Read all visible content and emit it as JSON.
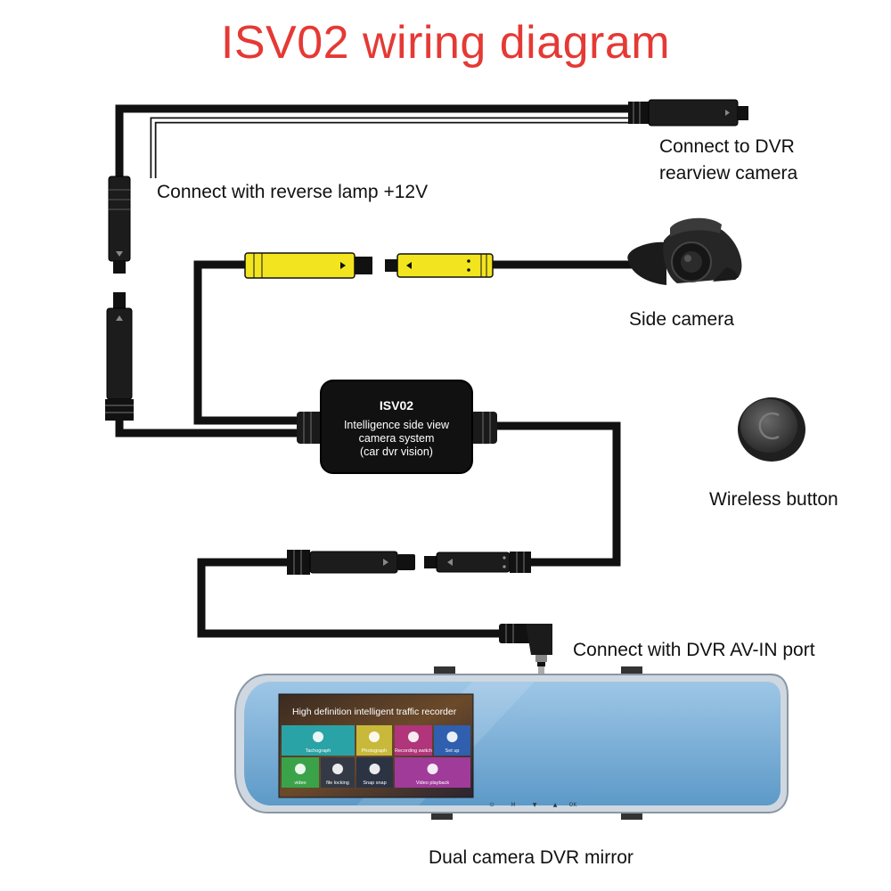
{
  "title": "ISV02 wiring diagram",
  "labels": {
    "dvr_camera": [
      "Connect to DVR",
      "rearview camera"
    ],
    "reverse_lamp": "Connect with reverse lamp +12V",
    "side_camera": "Side camera",
    "wireless_button": "Wireless button",
    "av_in": "Connect with DVR AV-IN port",
    "mirror": "Dual camera DVR mirror"
  },
  "module": {
    "name": "ISV02",
    "lines": [
      "Intelligence side view",
      "camera system",
      "(car dvr vision)"
    ]
  },
  "screen": {
    "header": "High definition intelligent traffic recorder",
    "tiles": [
      {
        "label": "Tachograph",
        "color": "#2aa3a6"
      },
      {
        "label": "Photograph",
        "color": "#c8b93a"
      },
      {
        "label": "Recording switch",
        "color": "#b0357a"
      },
      {
        "label": "Set up",
        "color": "#2f5fae"
      },
      {
        "label": "video",
        "color": "#3aa34a"
      },
      {
        "label": "file locking",
        "color": "#333a46"
      },
      {
        "label": "Snap snap",
        "color": "#2c3444"
      },
      {
        "label": "Video playback",
        "color": "#a03b9a"
      }
    ],
    "bottom_buttons": [
      "⏻",
      "M",
      "▼",
      "▲",
      "OK"
    ]
  },
  "colors": {
    "title": "#e53935",
    "wire": "#111111",
    "yellow_connector": "#f2e51f"
  }
}
